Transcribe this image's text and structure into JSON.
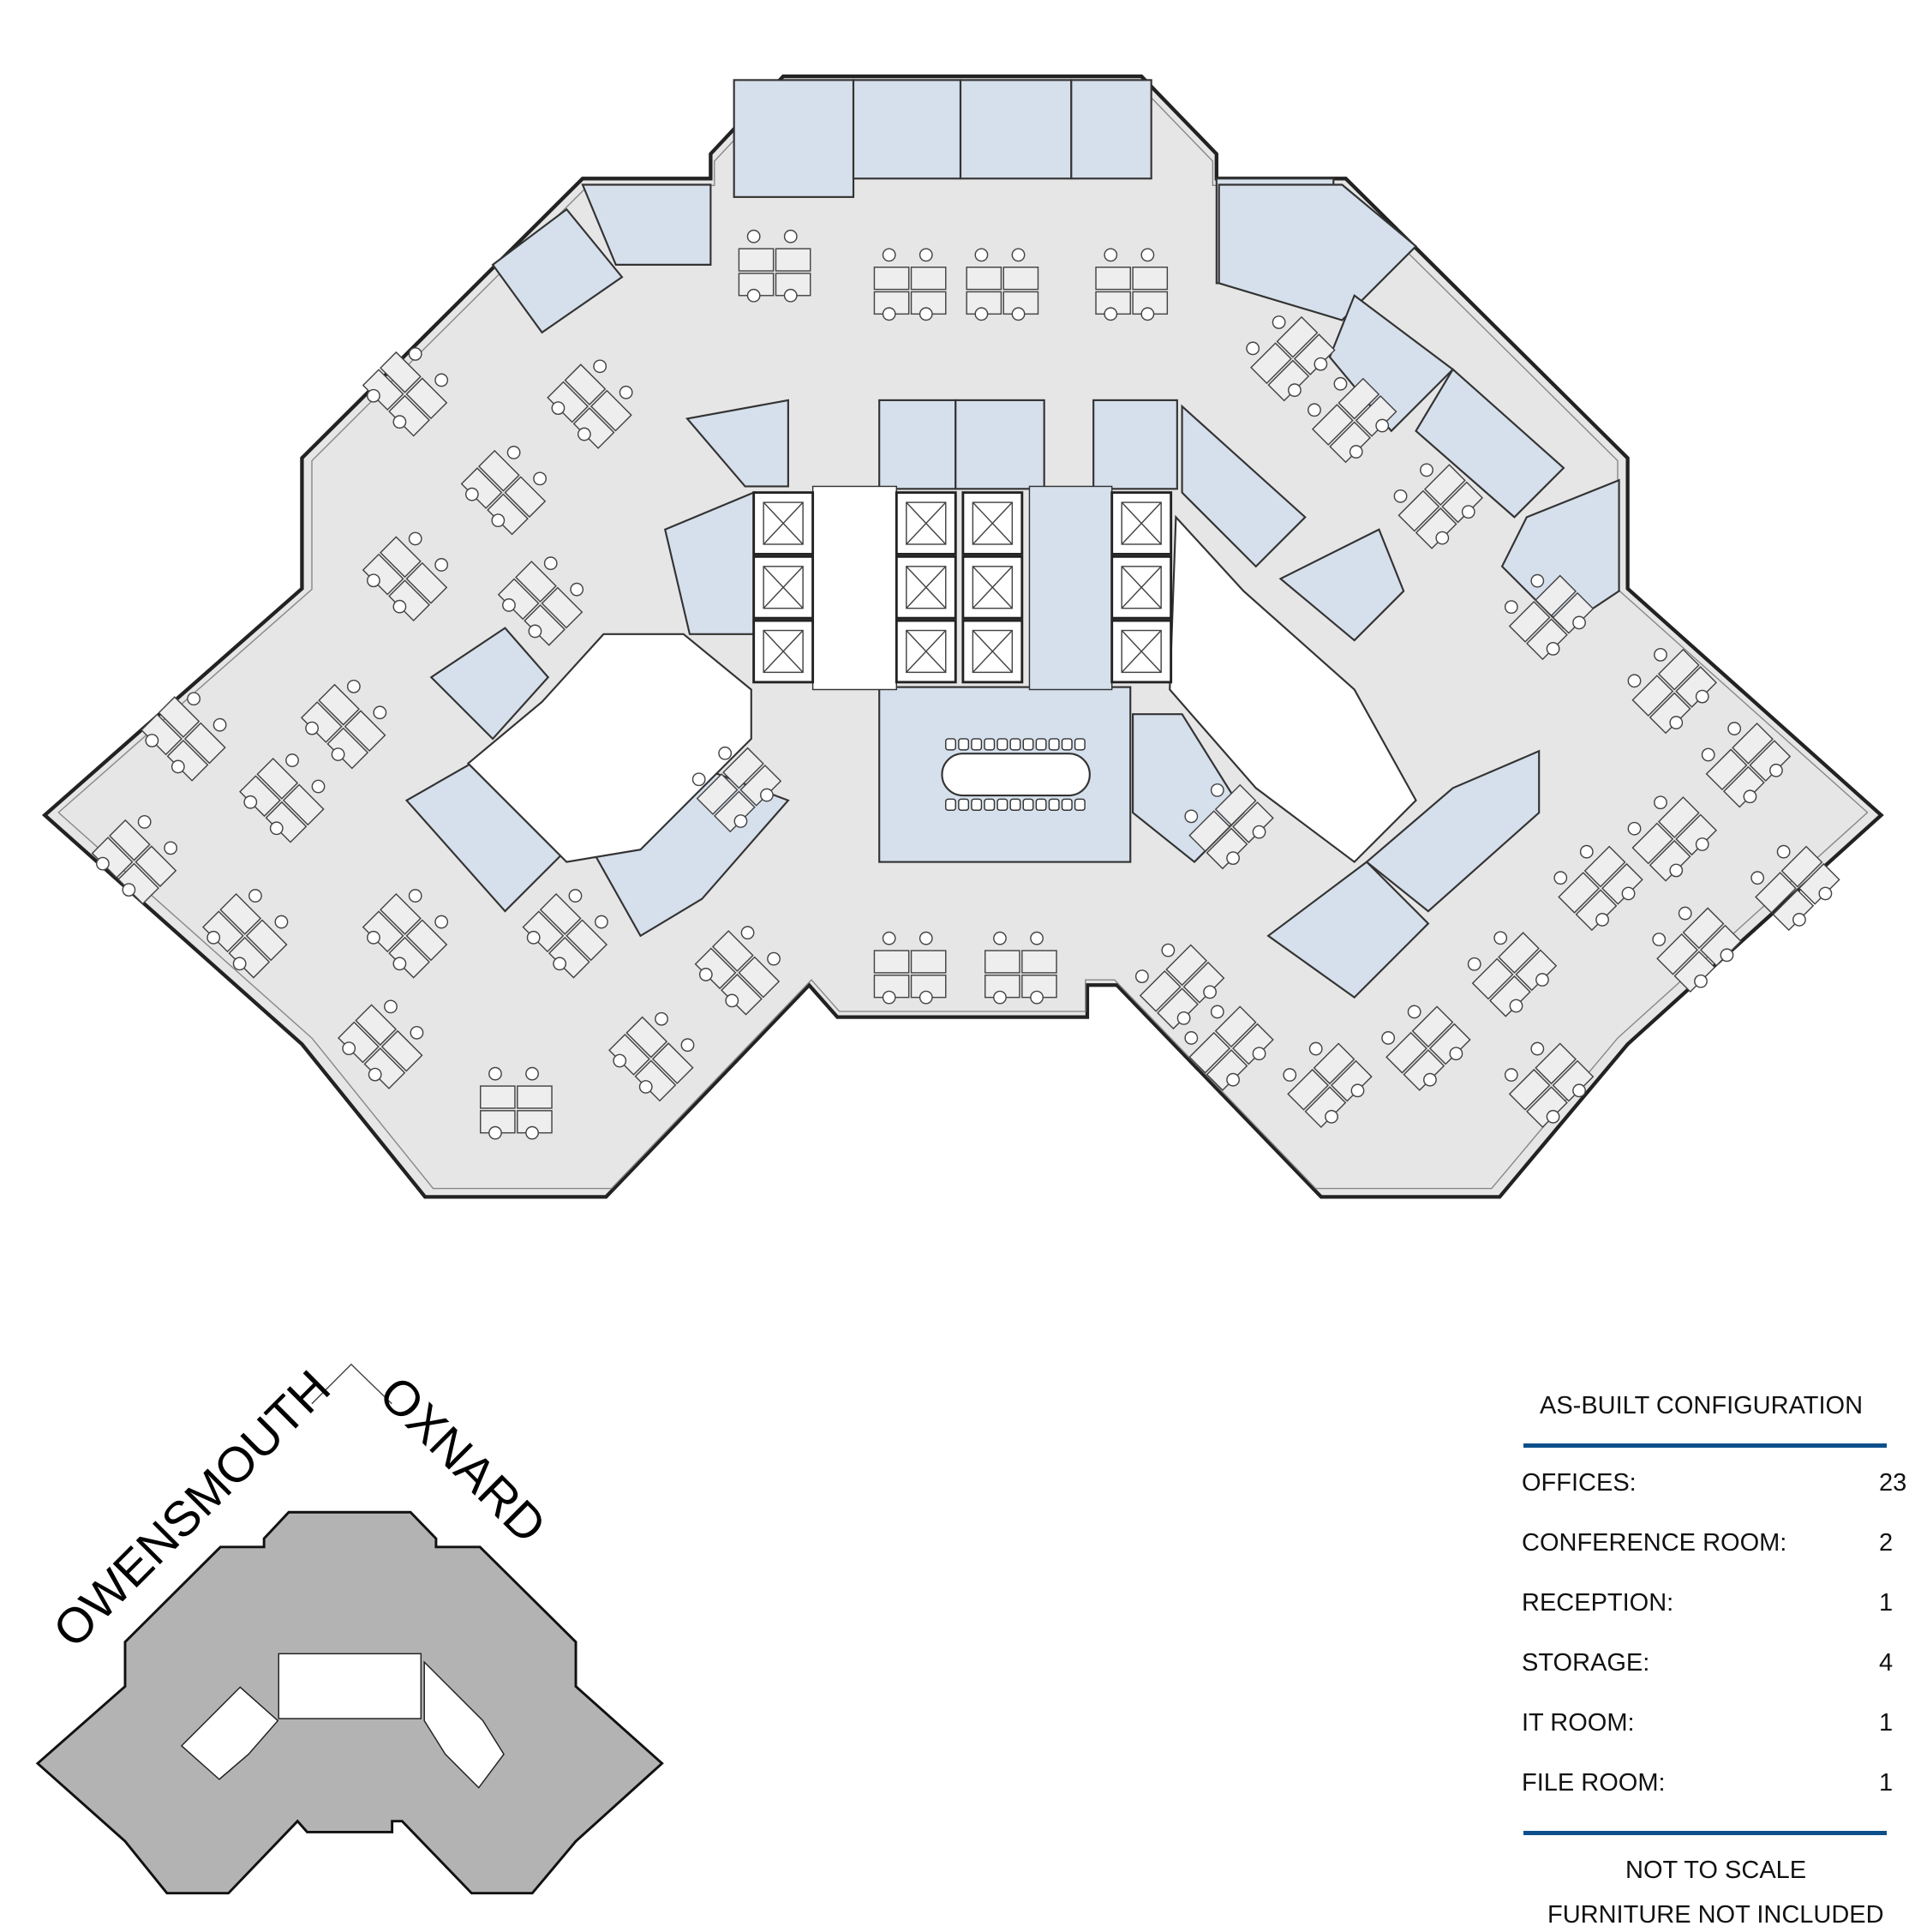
{
  "legend": {
    "title": "AS-BUILT CONFIGURATION",
    "rows": [
      {
        "label": "OFFICES:",
        "value": "23"
      },
      {
        "label": "CONFERENCE ROOM:",
        "value": "2"
      },
      {
        "label": "RECEPTION:",
        "value": "1"
      },
      {
        "label": "STORAGE:",
        "value": "4"
      },
      {
        "label": "IT ROOM:",
        "value": "1"
      },
      {
        "label": "FILE ROOM:",
        "value": "1"
      }
    ],
    "notes": [
      "NOT TO SCALE",
      "FURNITURE NOT INCLUDED"
    ]
  },
  "keymap": {
    "streets": [
      "OWENSMOUTH",
      "OXNARD"
    ]
  },
  "colors": {
    "floor": "#e6e6e6",
    "room": "#d6e0ec",
    "keymap_floor": "#b3b3b3",
    "rule": "#0e4f8b"
  }
}
